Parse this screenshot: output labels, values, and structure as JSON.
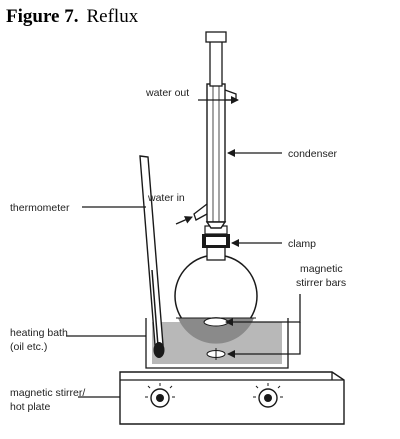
{
  "figure": {
    "number": "Figure 7.",
    "caption": "Reflux"
  },
  "labels": {
    "water_out": "water out",
    "condenser": "condenser",
    "thermometer": "thermometer",
    "water_in": "water in",
    "clamp": "clamp",
    "stirrer_bars_line1": "magnetic",
    "stirrer_bars_line2": "stirrer bars",
    "heating_bath_line1": "heating bath",
    "heating_bath_line2": "(oil etc.)",
    "hot_plate_line1": "magnetic stirrer/",
    "hot_plate_line2": "hot plate"
  }
}
